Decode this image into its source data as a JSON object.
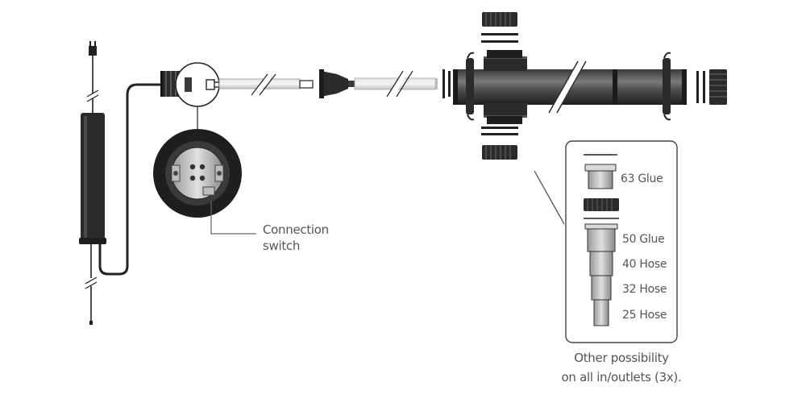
{
  "labels": {
    "connection_switch_line1": "Connection",
    "connection_switch_line2": "switch",
    "glue63": "63 Glue",
    "glue50": "50 Glue",
    "hose40": "40 Hose",
    "hose32": "32 Hose",
    "hose25": "25 Hose",
    "other_line1": "Other possibility",
    "other_line2": "on all in/outlets (3x)."
  },
  "colors": {
    "dark": "#2b2b2b",
    "mid": "#666666",
    "light": "#c8c8c8",
    "glass": "#dcdcdc",
    "stroke": "#1e1e1e"
  }
}
